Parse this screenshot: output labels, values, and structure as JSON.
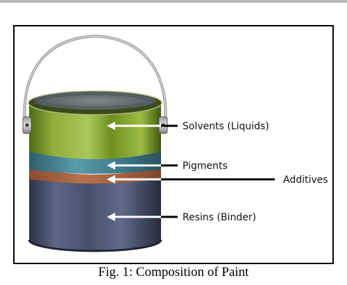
{
  "figure": {
    "caption": "Fig. 1: Composition of Paint",
    "components": [
      {
        "id": "solvents",
        "label": "Solvents (Liquids)",
        "color": "#8aa832"
      },
      {
        "id": "pigments",
        "label": "Pigments",
        "color": "#4a8a98"
      },
      {
        "id": "additives",
        "label": "Additives",
        "color": "#b06a48"
      },
      {
        "id": "resins",
        "label": "Resins (Binder)",
        "color": "#4a5672"
      }
    ]
  }
}
